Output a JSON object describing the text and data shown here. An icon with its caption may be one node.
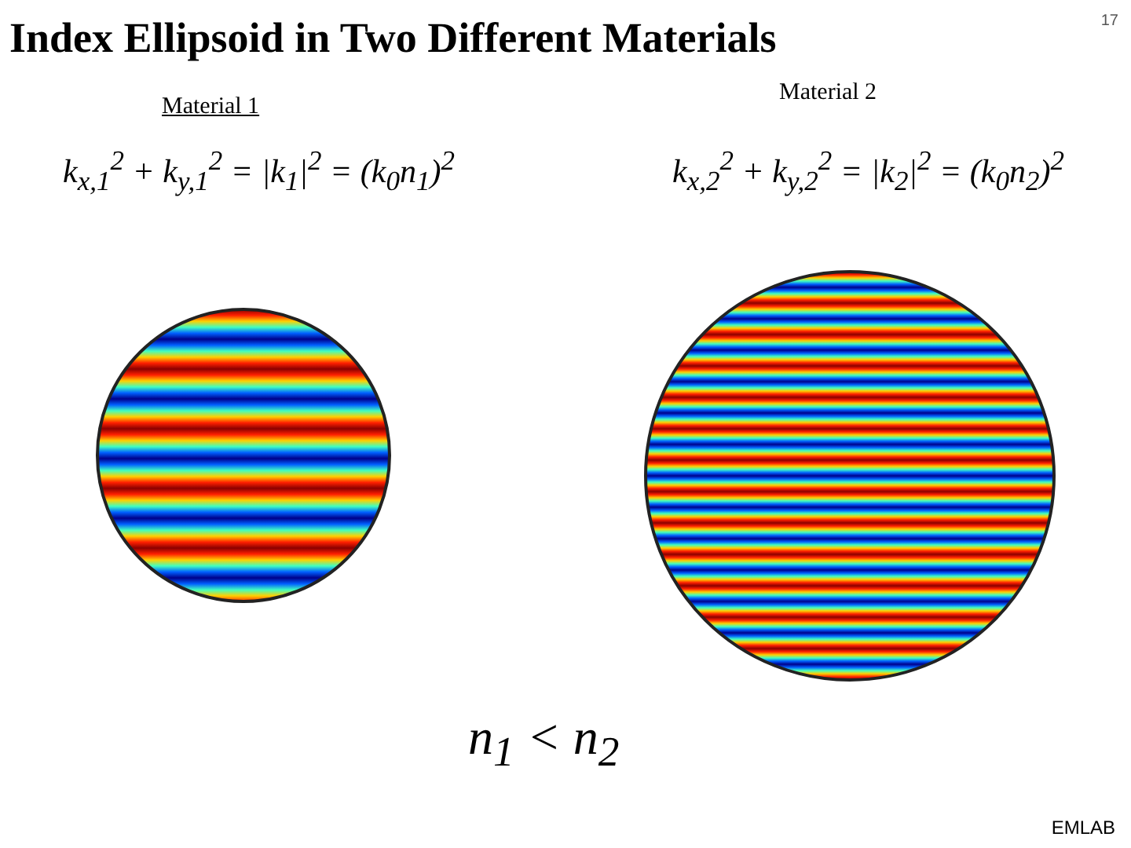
{
  "diagram": {
    "title": "Index Ellipsoid in Two Different Materials",
    "labels": [
      "17",
      "Material 1",
      "Material 2",
      "k$_{x,1}$$^{2}$ + k$_{y,1}$$^{2}$ = |k$_{1}$|$^{2}$ = (k$_{0}$n$_{1}$)$^{2}$",
      "k$_{x,2}$$^{2}$ + k$_{y,2}$$^{2}$ = |k$_{2}$|$^{2}$ = (k$_{0}$n$_{2}$)$^{2}$",
      "n$_{1}$ < n$_{2}$",
      "EMLAB"
    ]
  }
}
